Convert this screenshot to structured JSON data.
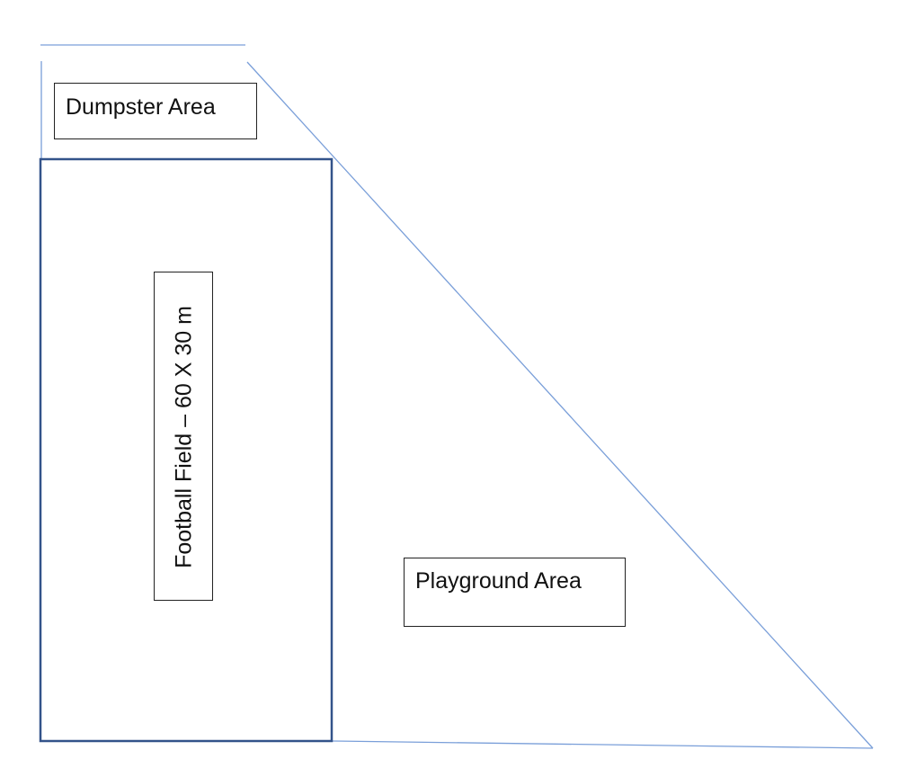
{
  "labels": {
    "dumpster": "Dumpster Area",
    "football_field": "Football Field – 60 X 30 m",
    "playground": "Playground Area"
  },
  "colors": {
    "lot_outline": "#7a9fd9",
    "field_outline": "#33538a",
    "label_border": "#222222",
    "text": "#111111",
    "background": "#ffffff"
  }
}
